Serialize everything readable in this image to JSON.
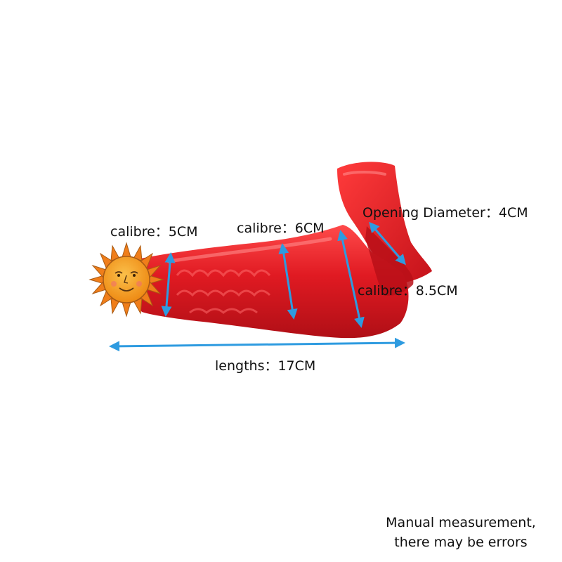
{
  "measurements": {
    "calibre_1": "calibre：5CM",
    "calibre_2": "calibre：6CM",
    "calibre_3": "calibre：8.5CM",
    "opening": "Opening Diameter：4CM",
    "length": "lengths：17CM"
  },
  "note": {
    "line_1": "Manual measurement,",
    "line_2": "there may be errors"
  },
  "icons": {
    "badge": "sun-face-icon",
    "arrow": "double-arrow-icon"
  },
  "colors": {
    "product_red": "#e01a22",
    "product_highlight": "#ff5a5a",
    "product_shadow": "#a80d14",
    "arrow_blue": "#2e9be0",
    "sun_orange": "#f39a1c",
    "sun_ray": "#f07e1a",
    "text": "#111111",
    "background": "#ffffff"
  }
}
